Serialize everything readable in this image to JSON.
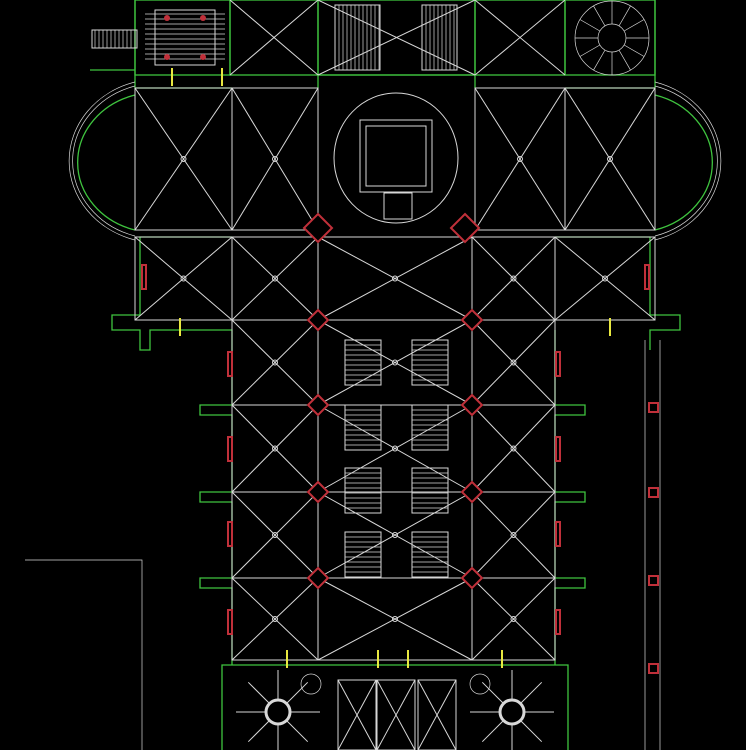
{
  "canvas": {
    "background": "#000000",
    "layer_colors": {
      "walls": "#3fc43f",
      "lines": "#d8d8d8",
      "piers": "#c0303a",
      "doors": "#e8e840"
    }
  },
  "drawing": {
    "subject": "church-floor-plan",
    "elements": [
      "nave",
      "aisles",
      "transept",
      "apses",
      "crossing",
      "piers",
      "towers",
      "porch",
      "stairs"
    ]
  }
}
